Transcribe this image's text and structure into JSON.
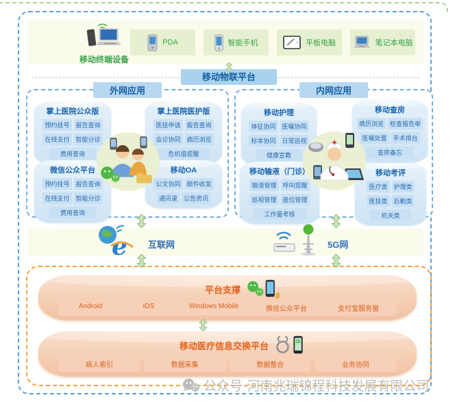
{
  "top_band": {
    "label": "移动终端设备",
    "devices": [
      {
        "name": "PDA"
      },
      {
        "name": "智能手机"
      },
      {
        "name": "平板电脑"
      },
      {
        "name": "笔记本电脑"
      }
    ]
  },
  "banner": {
    "label": "移动物联平台"
  },
  "outer_panel": {
    "title": "外网应用",
    "modules": [
      {
        "title": "掌上医院公众版",
        "rows": [
          [
            "预约挂号",
            "报告查询"
          ],
          [
            "在线支付",
            "智能分诊"
          ],
          [
            "费用查询"
          ]
        ]
      },
      {
        "title": "掌上医院医护版",
        "rows": [
          [
            "医技申请",
            "报告查询"
          ],
          [
            "会诊协同",
            "病历浏览"
          ],
          [
            "危机值提醒"
          ]
        ]
      },
      {
        "title": "微信公众平台",
        "rows": [
          [
            "预约挂号",
            "报告查询"
          ],
          [
            "在线支付",
            "智能分诊"
          ],
          [
            "费用查询"
          ]
        ]
      },
      {
        "title": "移动OA",
        "rows": [
          [
            "公文协同",
            "邮件收发"
          ],
          [
            "通讯录",
            "公告资讯"
          ]
        ]
      }
    ]
  },
  "inner_panel": {
    "title": "内网应用",
    "modules": [
      {
        "title": "移动护理",
        "rows": [
          [
            "体征协同",
            "医嘱协同"
          ],
          [
            "标本协同",
            "日常巡视"
          ],
          [
            "健康宣教"
          ]
        ]
      },
      {
        "title": "移动查房",
        "rows": [
          [
            "病历浏览",
            "检查报告单"
          ],
          [
            "医嘱处置",
            "手术排台"
          ],
          [
            "查房备忘"
          ]
        ]
      },
      {
        "title": "移动输液（门诊）",
        "rows": [
          [
            "输液管理",
            "呼叫提醒"
          ],
          [
            "巡视管理",
            "座位管理"
          ],
          [
            "工作量考核"
          ]
        ]
      },
      {
        "title": "移动考评",
        "rows": [
          [
            "医疗类",
            "护理类"
          ],
          [
            "医技类",
            "后勤类"
          ],
          [
            "机关类"
          ]
        ]
      }
    ]
  },
  "network_band": {
    "internet_label": "互联网",
    "g5_label": "5G网"
  },
  "support_platform": {
    "title": "平台支撑",
    "items": [
      "Android",
      "iOS",
      "Windows Mobile",
      "微信公众平台",
      "支付宝服务窗"
    ]
  },
  "exchange_platform": {
    "title": "移动医疗信息交换平台",
    "items": [
      "病人索引",
      "数据采集",
      "数据整合",
      "业务协同"
    ]
  },
  "watermark": {
    "text": "公众号·河南兆瑞锦程科技发展有限公司"
  },
  "colors": {
    "green_accent": "#3aa34a",
    "blue_accent": "#2f74b5",
    "orange_accent": "#e4621c",
    "panel_border_blue": "#74abdd",
    "orange_border": "#f0a43c",
    "banner_bg": "#a9d2ee",
    "module_chip_bg": "#c8e0f4",
    "device_box_bg": "#e6f0d0"
  }
}
